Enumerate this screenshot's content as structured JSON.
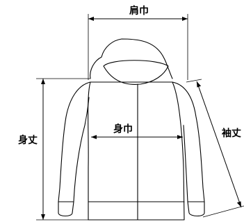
{
  "labels": {
    "shoulder_width": "肩巾",
    "chest_width": "身巾",
    "body_length": "身丈",
    "sleeve_length": "袖丈"
  },
  "colors": {
    "line": "#000000",
    "background": "#ffffff"
  }
}
